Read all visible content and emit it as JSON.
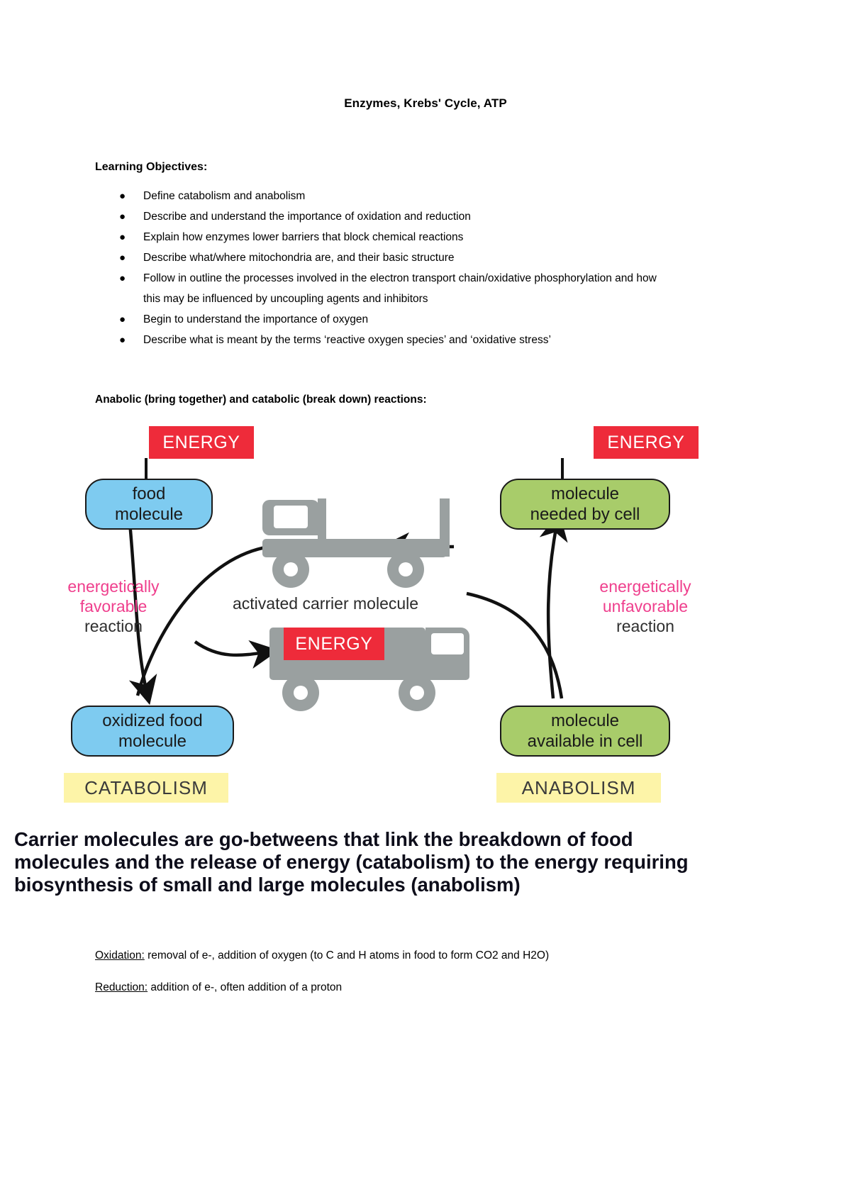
{
  "document": {
    "title": "Enzymes, Krebs' Cycle, ATP"
  },
  "learning_objectives": {
    "heading": "Learning Objectives:",
    "bullet_glyph": "●",
    "items": [
      "Define catabolism and anabolism",
      "Describe and understand the importance of oxidation and reduction",
      "Explain how enzymes lower barriers that block chemical reactions",
      "Describe what/where mitochondria are, and their basic structure",
      "Follow in outline the processes involved in the electron transport chain/oxidative phosphorylation and how this may be influenced by uncoupling agents and inhibitors",
      "Begin to understand the importance of oxygen",
      "Describe what is meant by the terms ‘reactive oxygen species’ and ‘oxidative stress’"
    ]
  },
  "section": {
    "heading": "Anabolic (bring together) and catabolic (break down) reactions:"
  },
  "diagram": {
    "energy_left_label": "ENERGY",
    "energy_right_label": "ENERGY",
    "energy_truck_label": "ENERGY",
    "food_molecule": "food\nmolecule",
    "food_molecule_line1": "food",
    "food_molecule_line2": "molecule",
    "oxidized_food_line1": "oxidized food",
    "oxidized_food_line2": "molecule",
    "molecule_needed_line1": "molecule",
    "molecule_needed_line2": "needed by cell",
    "molecule_available_line1": "molecule",
    "molecule_available_line2": "available in cell",
    "carrier_caption": "activated carrier molecule",
    "left_reaction_line1": "energetically",
    "left_reaction_line2": "favorable",
    "left_reaction_line3": "reaction",
    "right_reaction_line1": "energetically",
    "right_reaction_line2": "unfavorable",
    "right_reaction_line3": "reaction",
    "catabolism_label": "CATABOLISM",
    "anabolism_label": "ANABOLISM",
    "colors": {
      "energy_red": "#ee2b3a",
      "food_blue": "#7ecbf0",
      "molecule_green": "#a8cc6a",
      "process_yellow": "#fdf4a8",
      "reaction_pink": "#ef3f8d",
      "truck_grey": "#9aa0a0"
    }
  },
  "statement": {
    "line1": "Carrier molecules are go-betweens that link the breakdown of food",
    "line2": "molecules and the release of energy (catabolism) to the energy requiring",
    "line3": "biosynthesis of small and large molecules (anabolism)"
  },
  "definitions": {
    "oxidation_term": "Oxidation:",
    "oxidation_text": " removal of e-, addition of oxygen (to C and H atoms in food to form CO2 and H2O)",
    "reduction_term": "Reduction:",
    "reduction_text": " addition of e-, often addition of a proton"
  }
}
